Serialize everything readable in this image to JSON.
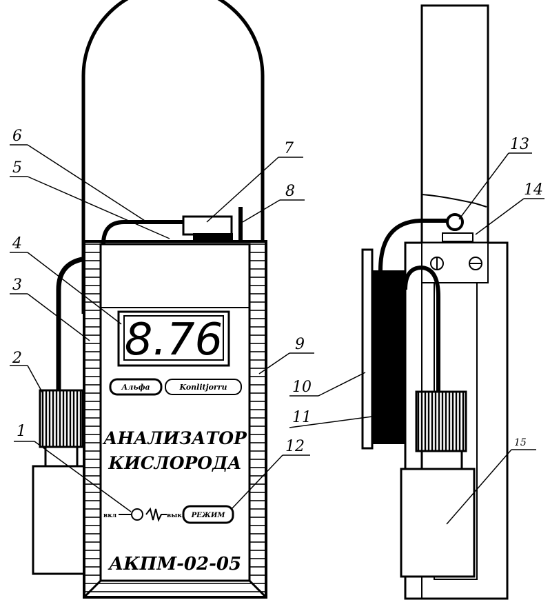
{
  "device": {
    "display_value": "8.76",
    "title_line1": "АНАЛИЗАТОР",
    "title_line2": "КИСЛОРОДА",
    "model": "АКПМ-02-05",
    "logo_left": "Альфа",
    "logo_right": "Konlitjorru",
    "reset_button": "РЕЖИМ",
    "indicator_left": "вкл",
    "indicator_right": "выкл"
  },
  "callouts": [
    "1",
    "2",
    "3",
    "4",
    "5",
    "6",
    "7",
    "8",
    "9",
    "10",
    "11",
    "12",
    "13",
    "14",
    "15"
  ]
}
